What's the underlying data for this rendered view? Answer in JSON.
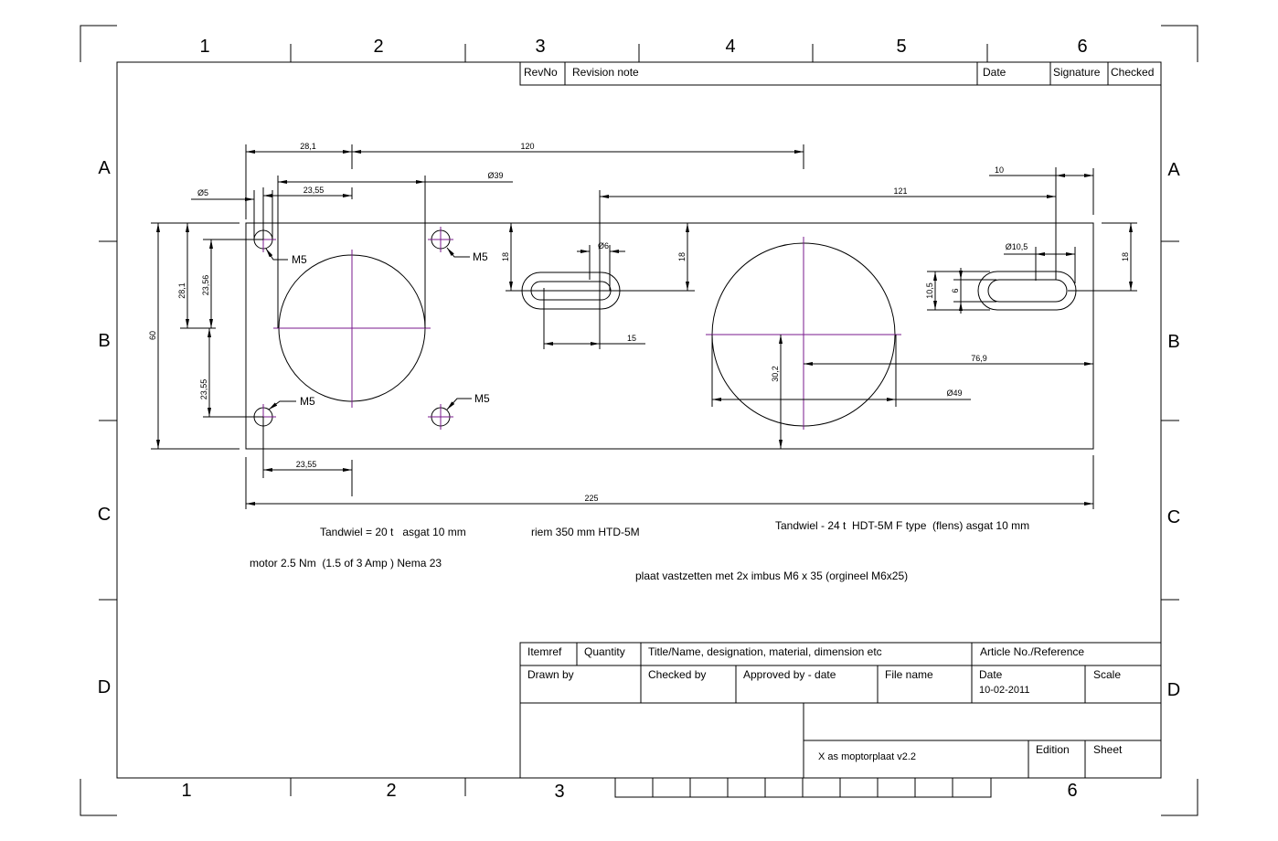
{
  "zones": {
    "top_numbers": [
      "1",
      "2",
      "3",
      "4",
      "5",
      "6"
    ],
    "bottom_numbers": [
      "1",
      "2",
      "3",
      "6"
    ],
    "letters": [
      "A",
      "B",
      "C",
      "D"
    ]
  },
  "revision_header": {
    "revno": "RevNo",
    "note": "Revision note",
    "date": "Date",
    "signature": "Signature",
    "checked": "Checked"
  },
  "dims": [
    "28,1",
    "120",
    "Ø39",
    "Ø5",
    "23,55",
    "121",
    "10",
    "Ø6",
    "18",
    "18",
    "15",
    "Ø10,5",
    "10,5",
    "6",
    "18",
    "28,1",
    "23,56",
    "60",
    "23,55",
    "30,2",
    "76,9",
    "Ø49",
    "23,55",
    "225"
  ],
  "hole_labels": [
    "M5",
    "M5",
    "M5",
    "M5"
  ],
  "notes": {
    "pulley_small": "Tandwiel = 20 t   asgat 10 mm",
    "belt": "riem 350 mm HTD-5M",
    "pulley_large": "Tandwiel - 24 t  HDT-5M F type  (flens) asgat 10 mm",
    "motor": "motor 2.5 Nm  (1.5 of 3 Amp ) Nema 23",
    "mounting": "plaat vastzetten met 2x imbus M6 x 35 (orgineel M6x25)"
  },
  "title_block": {
    "itemref": "Itemref",
    "quantity": "Quantity",
    "title_name": "Title/Name, designation, material, dimension etc",
    "article": "Article No./Reference",
    "drawn_by": "Drawn by",
    "checked_by": "Checked by",
    "approved_by": "Approved by - date",
    "file_name": "File name",
    "date_label": "Date",
    "date_value": "10-02-2011",
    "scale": "Scale",
    "drawing_title": "X as moptorplaat v2.2",
    "edition": "Edition",
    "sheet": "Sheet"
  },
  "colors": {
    "centerline": "#7a1a8c",
    "line": "#000000"
  }
}
